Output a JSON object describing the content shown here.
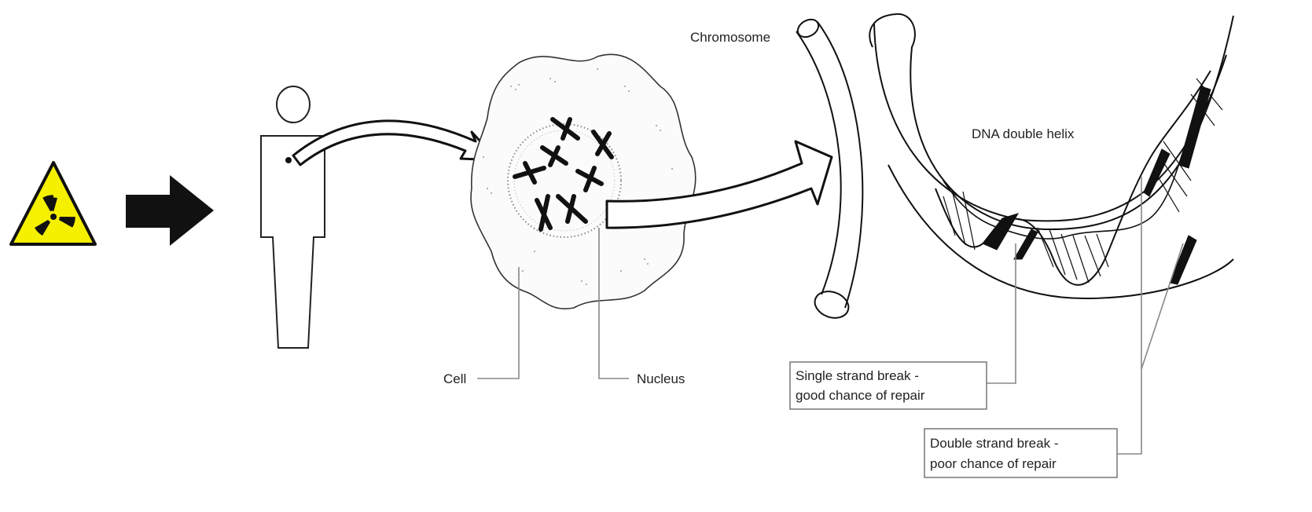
{
  "labels": {
    "chromosome": "Chromosome",
    "dna_double_helix": "DNA double helix",
    "cell": "Cell",
    "nucleus": "Nucleus",
    "single_break_line1": "Single strand break -",
    "single_break_line2": "good chance of repair",
    "double_break_line1": "Double strand break -",
    "double_break_line2": "poor chance of repair"
  },
  "icons": {
    "hazard": "radiation-hazard-icon",
    "arrow": "right-arrow-icon",
    "person": "person-icon"
  },
  "colors": {
    "hazard_fill": "#f5f000",
    "hazard_border": "#111111",
    "ink": "#111111"
  }
}
